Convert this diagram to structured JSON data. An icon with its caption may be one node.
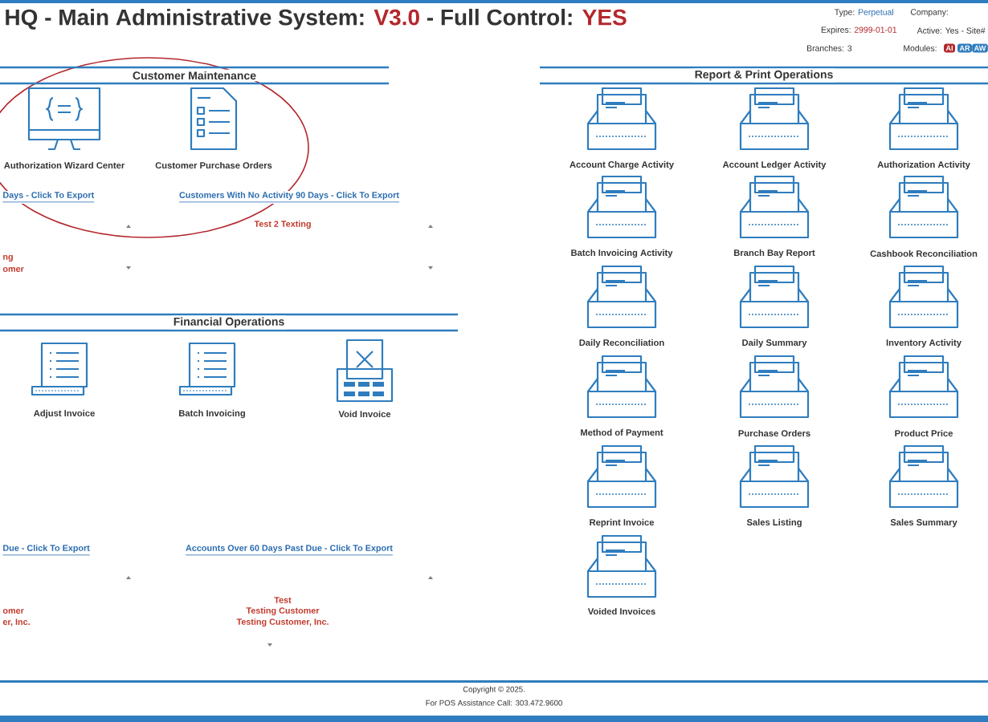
{
  "diagram": {
    "nodes": [
      {
        "text": [
          "Customer Maintenance"
        ]
      },
      {
        "text": [
          "Authorization Wizard Center"
        ]
      },
      {
        "text": [
          "Customer Purchase Orders"
        ]
      },
      {
        "text": [
          "Financial Operations"
        ]
      },
      {
        "text": [
          "Adjust Invoice"
        ]
      },
      {
        "text": [
          "Batch Invoicing"
        ]
      },
      {
        "text": [
          "Void Invoice"
        ]
      },
      {
        "text": [
          "Report & Print Operations"
        ]
      },
      {
        "text": [
          "Account Charge Activity"
        ]
      },
      {
        "text": [
          "Account Ledger Activity"
        ]
      },
      {
        "text": [
          "Authorization Activity"
        ]
      },
      {
        "text": [
          "Batch Invoicing Activity"
        ]
      },
      {
        "text": [
          "Branch Bay Report"
        ]
      },
      {
        "text": [
          "Cashbook Reconciliation"
        ]
      },
      {
        "text": [
          "Daily Reconciliation"
        ]
      },
      {
        "text": [
          "Daily Summary"
        ]
      },
      {
        "text": [
          "Inventory Activity"
        ]
      },
      {
        "text": [
          "Method of Payment"
        ]
      },
      {
        "text": [
          "Purchase Orders"
        ]
      },
      {
        "text": [
          "Product Price"
        ]
      },
      {
        "text": [
          "Reprint Invoice"
        ]
      },
      {
        "text": [
          "Sales Listing"
        ]
      },
      {
        "text": [
          "Sales Summary"
        ]
      },
      {
        "text": [
          "Voided Invoices"
        ]
      }
    ],
    "labels": [
      "HQ - Main Administrative System:",
      "V3.0",
      "- Full Control:",
      "YES",
      "Type:",
      "Perpetual",
      "Company:",
      "Expires:",
      "2999-01-01",
      "Active: Yes - Site#",
      "Branches: 3",
      "Modules:",
      "AI",
      "AR",
      "AW",
      "Days - Click To Export",
      "Customers With No Activity 90 Days - Click To Export",
      "ng",
      "omer",
      "Test 2 Texting",
      "Due - Click To Export",
      "Accounts Over 60 Days Past Due - Click To Export",
      "omer",
      "er, Inc.",
      "Test",
      "Testing Customer",
      "Testing Customer, Inc.",
      "Copyright © 2025.",
      "For POS Assistance Call: 303.472.9600"
    ]
  }
}
